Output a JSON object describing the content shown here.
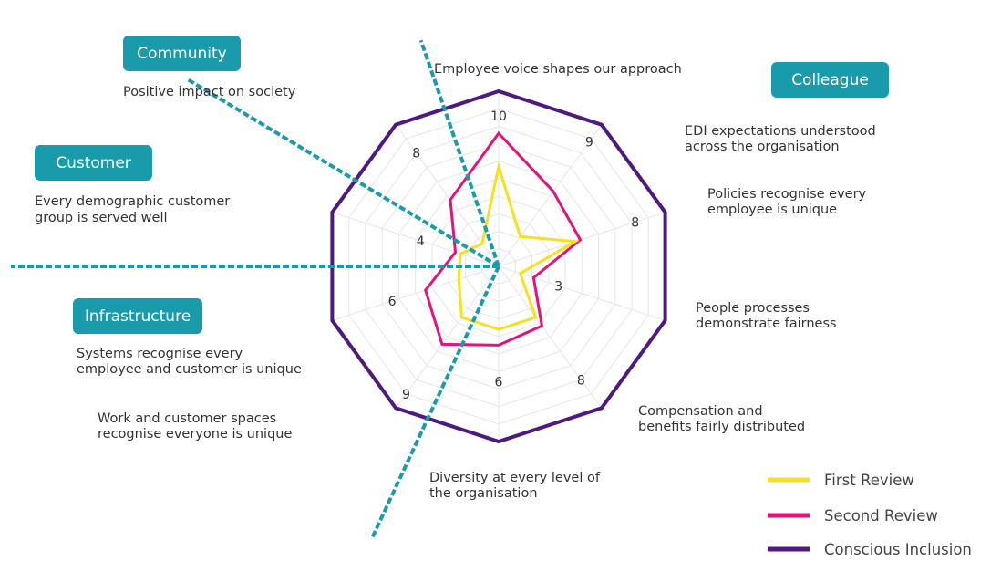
{
  "chart_data": {
    "type": "radar",
    "max": 10,
    "categories": [
      "Employee voice shapes our approach",
      "EDI expectations understood across the organisation",
      "Policies recognise every employee is unique",
      "People processes demonstrate fairness",
      "Compensation and benefits fairly distributed",
      "Diversity at every level of the organisation",
      "Work and customer spaces recognise everyone is unique",
      "Systems recognise every employee and customer is unique",
      "Every demographic customer group is served well",
      "Positive impact on society"
    ],
    "category_lines": [
      [
        "Employee voice shapes our approach"
      ],
      [
        "EDI expectations understood",
        "across the organisation"
      ],
      [
        "Policies recognise every",
        "employee is unique"
      ],
      [
        "People processes",
        "demonstrate fairness"
      ],
      [
        "Compensation and",
        "benefits fairly distributed"
      ],
      [
        "Diversity at every level of",
        "the organisation"
      ],
      [
        "Work and customer spaces",
        "recognise everyone is unique"
      ],
      [
        "Systems recognise every",
        "employee and customer is unique"
      ],
      [
        "Every demographic customer",
        "group is served well"
      ],
      [
        "Positive impact on society"
      ]
    ],
    "series": [
      {
        "name": "First Review",
        "color": "#f5e11e",
        "values": [
          5.7,
          2.1,
          4.6,
          1.3,
          3.6,
          3.6,
          3.6,
          2.4,
          2.3,
          1.6
        ]
      },
      {
        "name": "Second Review",
        "color": "#e2147c",
        "values": [
          7.6,
          5.3,
          4.9,
          2.1,
          4.2,
          4.5,
          5.5,
          4.4,
          2.6,
          4.7
        ]
      },
      {
        "name": "Conscious Inclusion",
        "color": "#4d1a7f",
        "values": [
          10,
          10,
          10,
          10,
          10,
          10,
          10,
          10,
          10,
          10
        ]
      }
    ],
    "value_labels": [
      {
        "text": "10",
        "spoke": 0,
        "r": 8.6
      },
      {
        "text": "9",
        "spoke": 1,
        "r": 8.8
      },
      {
        "text": "8",
        "spoke": 2,
        "r": 8.2
      },
      {
        "text": "3",
        "spoke": 3,
        "r": 3.6
      },
      {
        "text": "8",
        "spoke": 4,
        "r": 8.0
      },
      {
        "text": "6",
        "spoke": 5,
        "r": 6.6
      },
      {
        "text": "9",
        "spoke": 6,
        "r": 9.0
      },
      {
        "text": "6",
        "spoke": 7,
        "r": 6.4
      },
      {
        "text": "4",
        "spoke": 8,
        "r": 4.7
      },
      {
        "text": "8",
        "spoke": 9,
        "r": 8.0
      }
    ],
    "grid": true,
    "legend_position": "bottom-right"
  },
  "pillars": [
    {
      "name": "Community",
      "description": [
        "Positive impact on society"
      ]
    },
    {
      "name": "Colleague",
      "description": []
    },
    {
      "name": "Customer",
      "description": [
        "Every demographic customer",
        "group is served well"
      ]
    },
    {
      "name": "Infrastructure",
      "description": []
    }
  ],
  "divider_color": "#1a9bab"
}
